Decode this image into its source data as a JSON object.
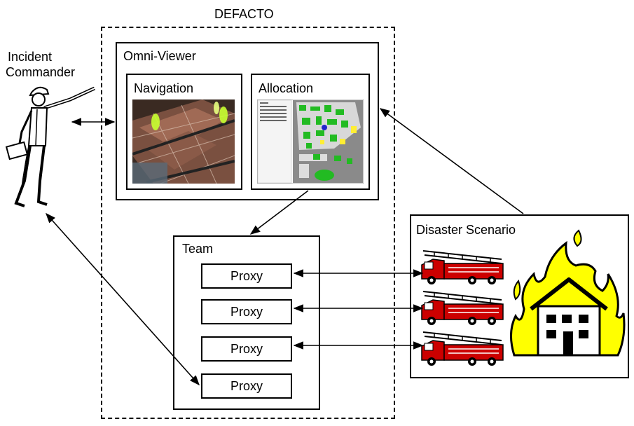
{
  "defacto_label": "DEFACTO",
  "commander_label_line1": "Incident",
  "commander_label_line2": "Commander",
  "omni_viewer_label": "Omni-Viewer",
  "navigation_label": "Navigation",
  "allocation_label": "Allocation",
  "team_label": "Team",
  "proxies": [
    "Proxy",
    "Proxy",
    "Proxy",
    "Proxy"
  ],
  "disaster_label": "Disaster Scenario",
  "colors": {
    "fire_yellow": "#ffff00",
    "truck_red": "#cc0000",
    "map_green": "#22bb22",
    "map_gray": "#8a8a8a"
  }
}
